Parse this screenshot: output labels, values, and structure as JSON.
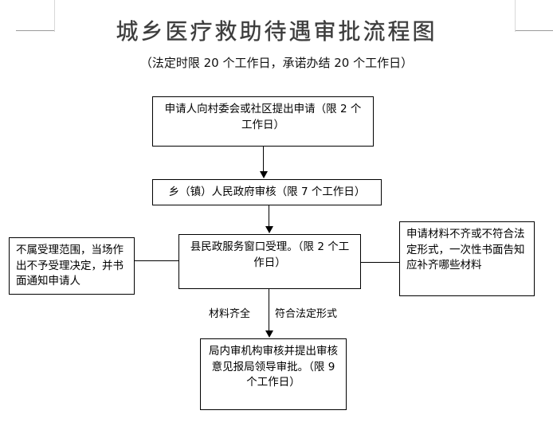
{
  "document": {
    "title": "城乡医疗救助待遇审批流程图",
    "subtitle": "（法定时限 20 个工作日，承诺办结 20 个工作日）"
  },
  "chart_data": {
    "type": "diagram",
    "diagram_kind": "flowchart",
    "title": "城乡医疗救助待遇审批流程图",
    "subtitle": "（法定时限 20 个工作日，承诺办结 20 个工作日）",
    "orientation": "top-to-bottom",
    "nodes": [
      {
        "id": "apply",
        "label": "申请人向村委会或社区提出申请（限 2 个工作日）",
        "time_limit_days": 2,
        "column": "center",
        "order": 1
      },
      {
        "id": "township",
        "label": "乡（镇）人民政府审核（限 7 个工作日）",
        "time_limit_days": 7,
        "column": "center",
        "order": 2
      },
      {
        "id": "window",
        "label": "县民政服务窗口受理。（限 2 个工作日）",
        "time_limit_days": 2,
        "column": "center",
        "order": 3
      },
      {
        "id": "reject",
        "label": "不属受理范围，当场作出不予受理决定，并书面通知申请人",
        "column": "left",
        "order": 4
      },
      {
        "id": "incomplete",
        "label": "申请材料不齐或不符合法定形式，一次性书面告知应补齐哪些材料",
        "column": "right",
        "order": 5
      },
      {
        "id": "internal",
        "label": "局内审机构审核并提出审核意见报局领导审批。（限 9 个工作日）",
        "time_limit_days": 9,
        "column": "center",
        "order": 6
      }
    ],
    "edges": [
      {
        "from": "apply",
        "to": "township",
        "label": "",
        "arrow": true
      },
      {
        "from": "township",
        "to": "window",
        "label": "",
        "arrow": true
      },
      {
        "from": "window",
        "to": "reject",
        "label": "",
        "arrow": false,
        "direction": "left"
      },
      {
        "from": "window",
        "to": "incomplete",
        "label": "",
        "arrow": false,
        "direction": "right"
      },
      {
        "from": "window",
        "to": "internal",
        "label": "材料齐全 符合法定形式",
        "arrow": true
      }
    ],
    "edge_labels": [
      {
        "text": "材料齐全",
        "position": "left-of-connector"
      },
      {
        "text": "符合法定形式",
        "position": "right-of-connector"
      }
    ],
    "colors": {
      "background": "#ffffff",
      "box_border": "#000000",
      "box_fill": "#ffffff",
      "text": "#000000",
      "title_text": "#3a3a3a",
      "crop_mark": "#9a9a9a"
    }
  },
  "nodes": {
    "apply": "申请人向村委会或社区提出申请（限 2 个工作日）",
    "township": "乡（镇）人民政府审核（限 7 个工作日）",
    "window": "县民政服务窗口受理。（限 2 个工作日）",
    "reject": "不属受理范围，当场作出不予受理决定，并书面通知申请人",
    "incomplete": "申请材料不齐或不符合法定形式，一次性书面告知应补齐哪些材料",
    "internal": "局内审机构审核并提出审核意见报局领导审批。（限 9 个工作日）"
  },
  "labels": {
    "materials_complete": "材料齐全",
    "legal_form": "符合法定形式"
  }
}
